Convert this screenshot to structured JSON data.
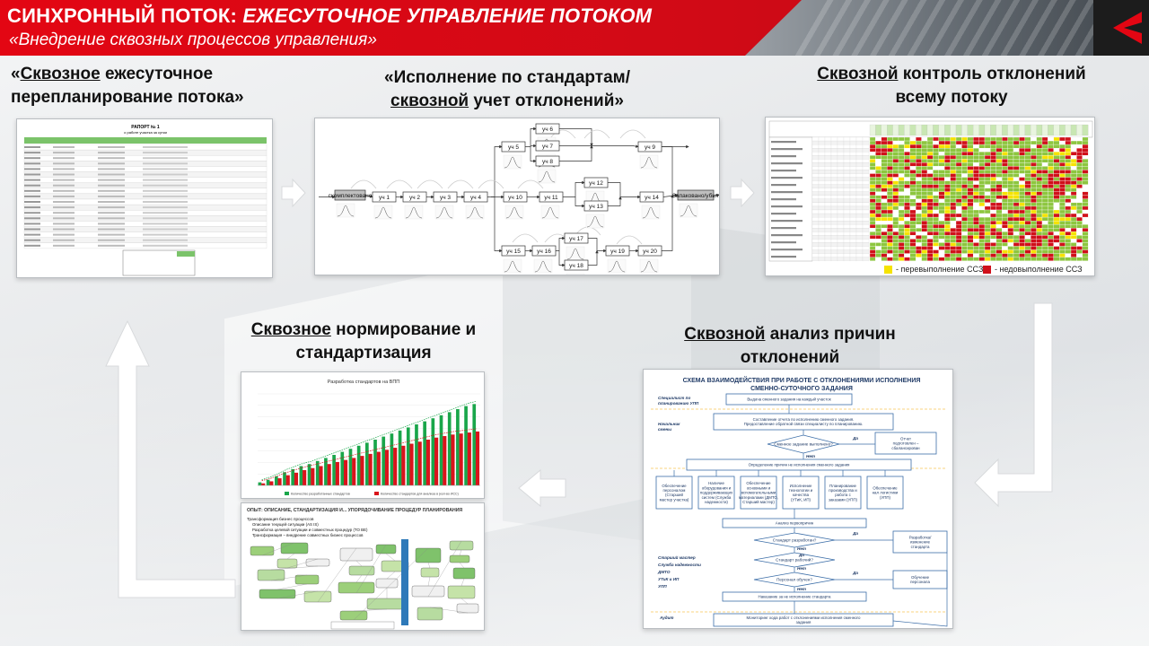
{
  "header": {
    "title_prefix": "СИНХРОННЫЙ ПОТОК: ",
    "title_italic": "ЕЖЕСУТОЧНОЕ УПРАВЛЕНИЕ ПОТОКОМ",
    "subtitle": "«Внедрение сквозных процессов управления»"
  },
  "sections": {
    "replan": {
      "open": "«",
      "underlined": "Сквозное",
      "rest": " ежесуточное",
      "line2": "перепланирование потока»"
    },
    "execution": {
      "line1": "«Исполнение по стандартам/",
      "underlined": "сквозной",
      "rest": " учет отклонений»"
    },
    "control": {
      "underlined": "Сквозной",
      "rest": " контроль отклонений",
      "line2": "всему потоку"
    },
    "normative": {
      "underlined": "Сквозное",
      "rest": " нормирование и",
      "line2": "стандартизация"
    },
    "analysis": {
      "underlined": "Сквозной",
      "rest": " анализ причин",
      "line2": "отклонений"
    }
  },
  "flow": {
    "start": "скомплектовано",
    "end": "Запаковано/убыт",
    "nodes": [
      "уч 1",
      "уч 2",
      "уч 3",
      "уч 4",
      "уч 5",
      "уч 6",
      "уч 7",
      "уч 8",
      "уч 9",
      "уч 10",
      "уч 11",
      "уч 12",
      "уч 13",
      "уч 14",
      "уч 15",
      "уч 16",
      "уч 17",
      "уч 18",
      "уч 19",
      "уч 20"
    ]
  },
  "legend": {
    "over": "- перевыполнение ССЗ",
    "under": "- недовыполнение ССЗ",
    "over_color": "#f5e300",
    "under_color": "#d0101a"
  },
  "chart_data": {
    "type": "bar",
    "title": "Разработка стандартов на ВПП",
    "legend": [
      "Количество разработанных стандартов",
      "Количество стандартов для анализа в (кол-во ИСС)"
    ],
    "series": [
      {
        "name": "Количество разработанных стандартов",
        "values": [
          300,
          552,
          900,
          1300,
          1600,
          1900,
          2100,
          2400,
          2700,
          3000,
          3300,
          3600,
          3900,
          4200,
          4500,
          4800,
          5100,
          5400,
          5700,
          6000,
          6300,
          6600,
          6900,
          7200,
          7500,
          7800,
          8000
        ]
      },
      {
        "name": "Количество стандартов для анализа в (кол-во ИСС)",
        "values": [
          200,
          400,
          700,
          1000,
          1250,
          1500,
          1700,
          1900,
          2100,
          2300,
          2500,
          2700,
          2900,
          3100,
          3300,
          3500,
          3700,
          3900,
          4100,
          4300,
          4500,
          4700,
          4850,
          5000,
          5100,
          5200,
          5300
        ]
      }
    ],
    "colors": [
      "#19a64a",
      "#d9141b"
    ]
  },
  "analysis_doc": {
    "title": "СХЕМА ВЗАИМОДЕЙСТВИЯ ПРИ РАБОТЕ С ОТКЛОНЕНИЯМИ ИСПОЛНЕНИЯ СМЕННО-СУТОЧНОГО ЗАДАНИЯ",
    "roles": [
      "Специалист по планированию УПП",
      "Начальник смены",
      "Старший мастер",
      "Служба надежности",
      "ДМТО",
      "УТиК и ИП",
      "УПП",
      "Аудит"
    ],
    "steps": [
      "Выдача сменного задания на каждый участок",
      "Составление отчета по исполнению сменного задания",
      "Сменное задание выполнено?",
      "Отчет подготовлен – сбалансирован",
      "Определение причин не исполнения сменного задания",
      "Анализ первопричин",
      "Стандарт разработан?",
      "Стандарт рабочий?",
      "Персонал обучен?",
      "Разработка/изменение стандарта",
      "Обучение персонала",
      "Наказание за не исполнение стандарта",
      "Мониторинг хода работ с отклонениями исполнения сменного задания"
    ],
    "yes": "Да",
    "no": "Нет"
  },
  "process_doc": {
    "title": "ОПЫТ: ОПИСАНИЕ, СТАНДАРТИЗАЦИЯ И... УПОРЯДОЧИВАНИЕ ПРОЦЕДУР ПЛАНИРОВАНИЯ",
    "lines": [
      "Трансформация бизнес процессов",
      "Описание текущей ситуации (AS IS)",
      "Разработка целевой ситуации и совместных процедур (TO BE)",
      "Трансформация – внедрение совместных бизнес процессов"
    ]
  },
  "report": {
    "title": "РАПОРТ № 1",
    "subtitle": "о работе участка за сутки"
  }
}
